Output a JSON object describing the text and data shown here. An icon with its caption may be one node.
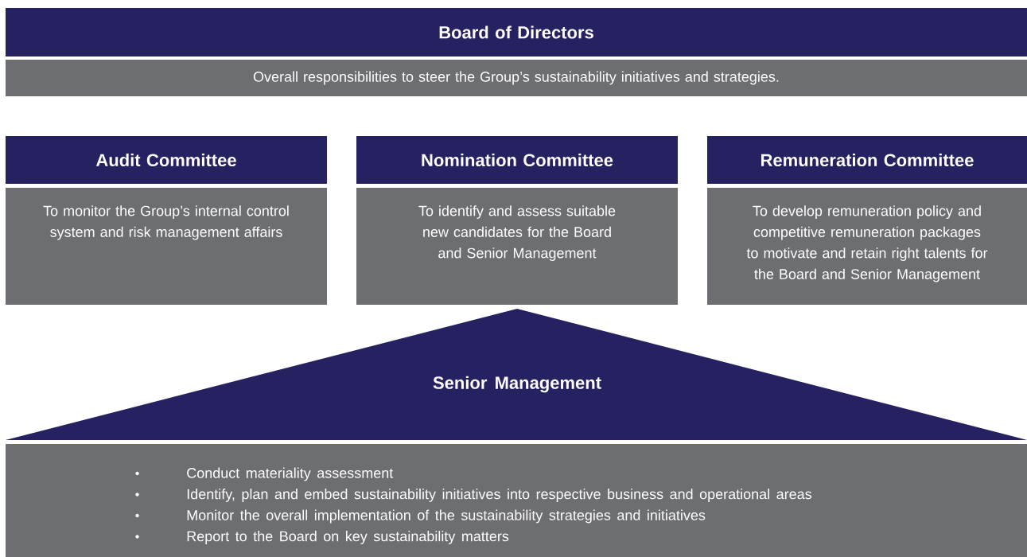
{
  "diagram": {
    "nodes": [
      {
        "text": [
          "Board of Directors"
        ]
      },
      {
        "text": [
          "Overall responsibilities to steer the Group’s sustainability initiatives and strategies."
        ]
      },
      {
        "text": [
          "Audit Committee"
        ]
      },
      {
        "text": [
          "To monitor the Group’s internal control system and risk management affairs"
        ]
      },
      {
        "text": [
          "Nomination Committee"
        ]
      },
      {
        "text": [
          "To identify and assess suitable new candidates for the Board and Senior Management"
        ]
      },
      {
        "text": [
          "Remuneration Committee"
        ]
      },
      {
        "text": [
          "To develop remuneration policy and competitive remuneration packages to motivate and retain right talents for the Board and Senior Management"
        ]
      },
      {
        "text": [
          "Senior Management"
        ]
      },
      {
        "text": [
          "Conduct materiality assessment",
          "Identify, plan and embed sustainability initiatives into respective business and operational areas",
          "Monitor the overall implementation of the sustainability strategies and initiatives",
          "Report to the Board on key sustainability matters"
        ]
      }
    ]
  }
}
